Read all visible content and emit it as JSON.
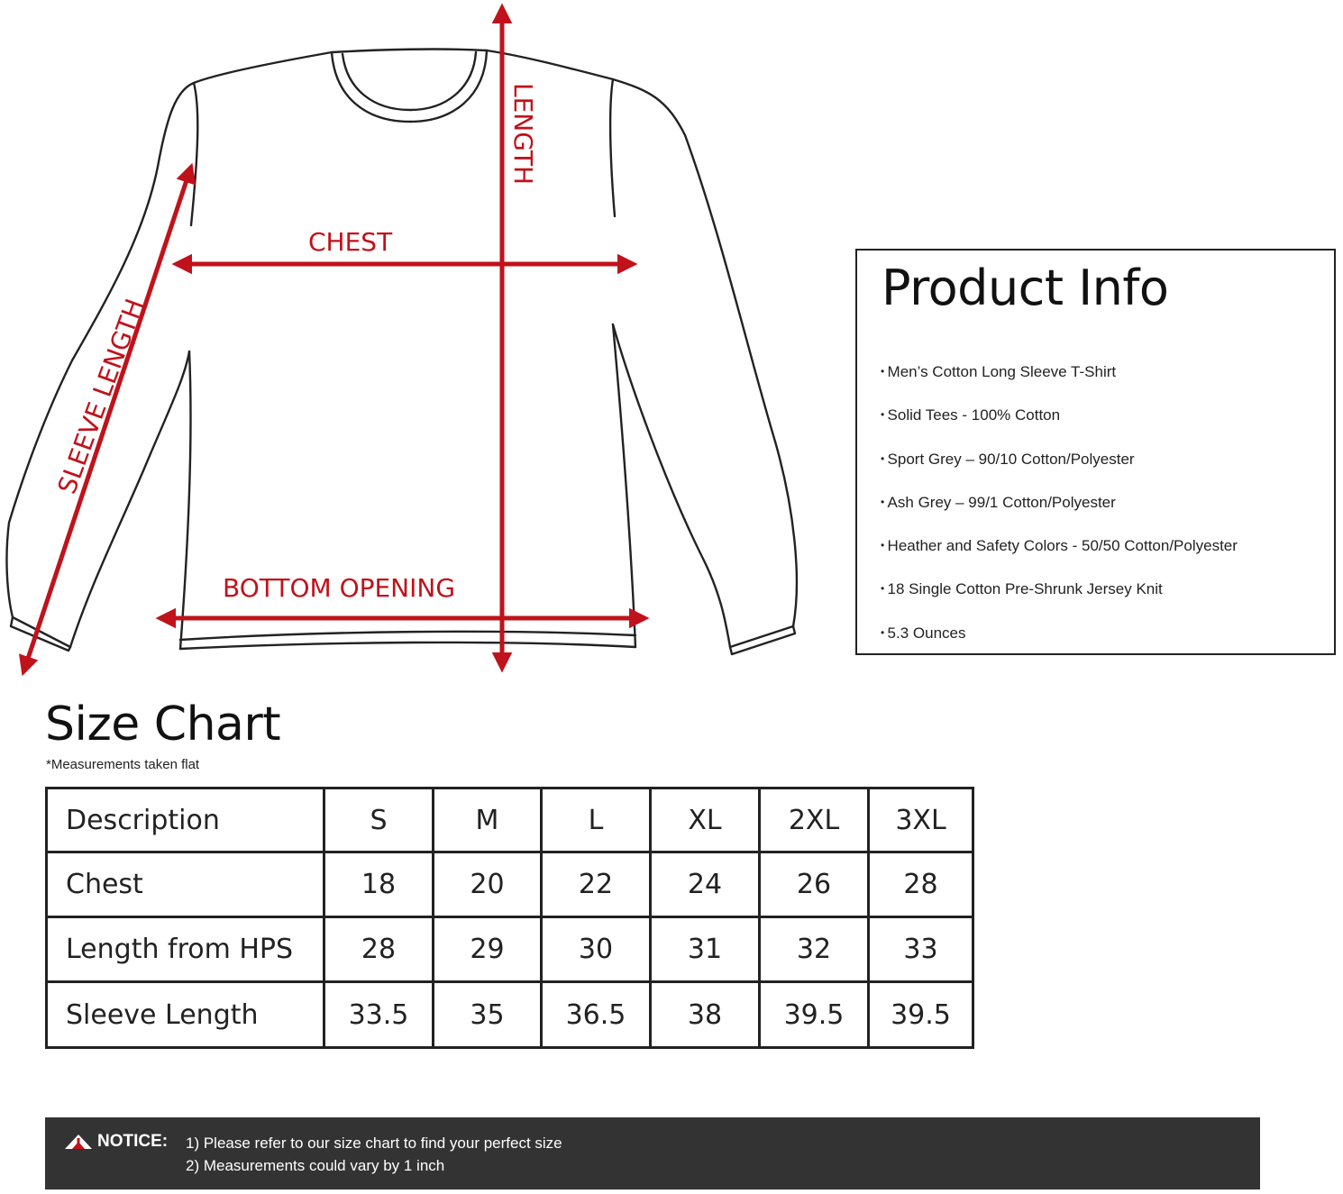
{
  "diagram": {
    "labels": {
      "length": "LENGTH",
      "chest": "CHEST",
      "sleeve_length": "SLEEVE LENGTH",
      "bottom_opening": "BOTTOM OPENING"
    },
    "accent_color": "#c0121b",
    "icon": "long-sleeve-shirt-outline"
  },
  "product_info": {
    "title": "Product Info",
    "items": [
      "Men’s Cotton Long Sleeve T-Shirt",
      "Solid Tees - 100% Cotton",
      "Sport Grey –  90/10 Cotton/Polyester",
      "Ash Grey – 99/1 Cotton/Polyester",
      "Heather and Safety Colors - 50/50 Cotton/Polyester",
      "18 Single Cotton Pre-Shrunk Jersey Knit",
      "5.3 Ounces"
    ]
  },
  "size_chart": {
    "title": "Size Chart",
    "note": "*Measurements taken flat",
    "header": [
      "Description",
      "S",
      "M",
      "L",
      "XL",
      "2XL",
      "3XL"
    ],
    "rows": [
      [
        "Chest",
        "18",
        "20",
        "22",
        "24",
        "26",
        "28"
      ],
      [
        "Length from HPS",
        "28",
        "29",
        "30",
        "31",
        "32",
        "33"
      ],
      [
        "Sleeve Length",
        "33.5",
        "35",
        "36.5",
        "38",
        "39.5",
        "39.5"
      ]
    ]
  },
  "notice": {
    "title": "NOTICE:",
    "icon": "warning-triangle-icon",
    "lines": [
      "1) Please refer to our size chart to find your perfect size",
      "2) Measurements could vary by 1 inch"
    ]
  }
}
